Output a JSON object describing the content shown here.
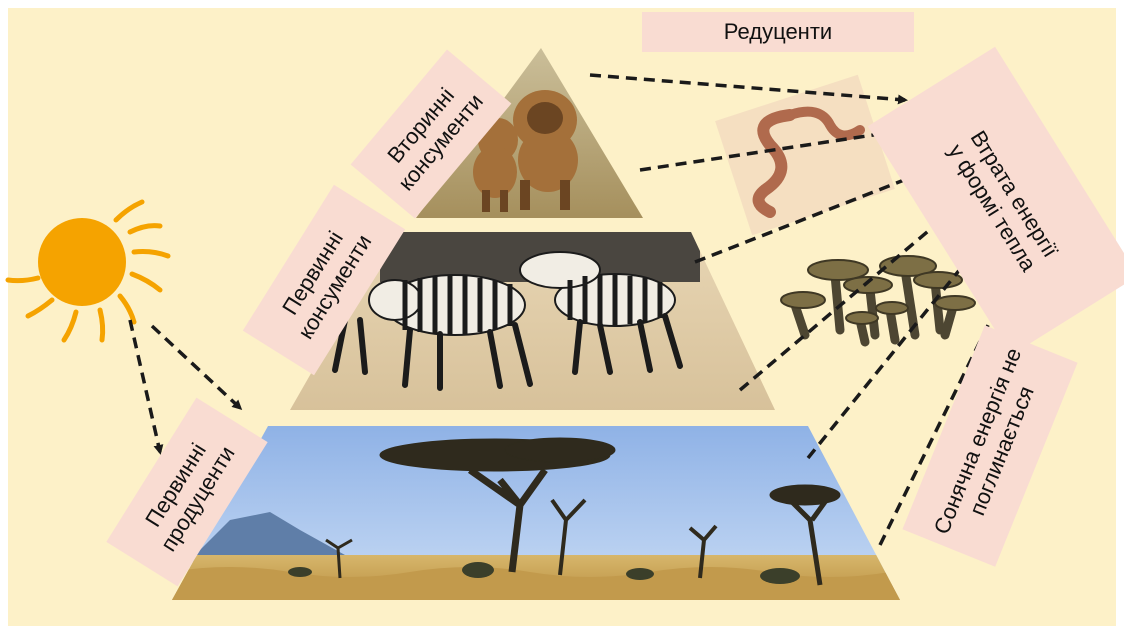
{
  "labels": {
    "decomposers": "Редуценти",
    "heat_loss": "Втрата енергії у формі тепла",
    "secondary_consumers": "Вторинні консументи",
    "primary_consumers": "Первинні консументи",
    "primary_producers": "Первинні продуценти",
    "solar_not_absorbed": "Сонячна енергія не поглинається"
  },
  "colors": {
    "background": "#fdf1c8",
    "label_box": "#f9dcd2",
    "sun": "#f5a300",
    "arrow": "#1a1a1a"
  }
}
